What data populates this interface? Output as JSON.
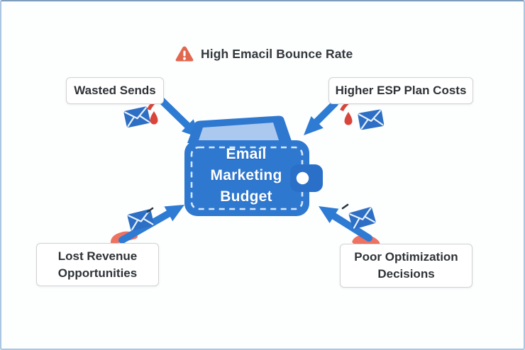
{
  "header": {
    "warning_label": "High Emacil Bounce Rate"
  },
  "wallet": {
    "line1": "Email",
    "line2": "Marketing",
    "line3": "Budget"
  },
  "nodes": {
    "top_left": {
      "label": "Wasted Sends"
    },
    "top_right": {
      "label": "Higher ESP Plan Costs"
    },
    "bottom_left": {
      "label": "Lost Revenue Opportunities"
    },
    "bottom_right": {
      "label": "Poor Optimization Decisions"
    }
  },
  "colors": {
    "arrow_blue": "#2e7bd4",
    "wallet_blue": "#2e78d0",
    "wallet_card_light": "#abc9ef",
    "envelope_blue": "#2d6fc4",
    "drop_red": "#d9453a",
    "splash_salmon": "#ee7261",
    "warning_orange": "#e2674f",
    "text_dark": "#33383d",
    "frame_border": "#aac6e0"
  }
}
